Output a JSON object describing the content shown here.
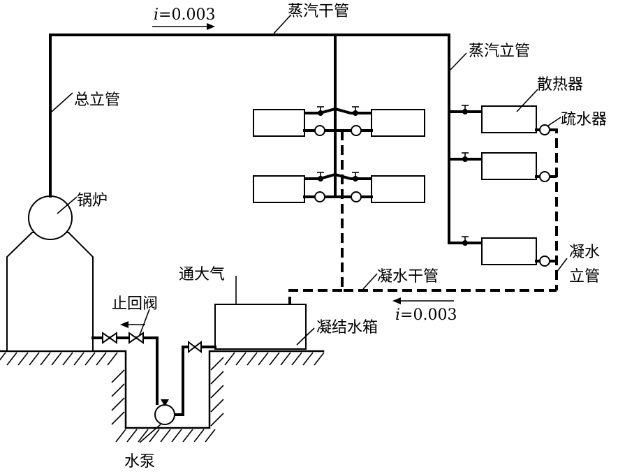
{
  "labels": {
    "steam_main": "蒸汽干管",
    "main_riser": "总立管",
    "steam_riser": "蒸汽立管",
    "radiator": "散热器",
    "steam_trap": "疏水器",
    "boiler": "锅炉",
    "condensate_riser_line1": "凝水",
    "condensate_riser_line2": "立管",
    "condensate_main": "凝水干管",
    "vent": "通大气",
    "check_valve": "止回阀",
    "condensate_tank": "凝结水箱",
    "pump": "水泵"
  },
  "slopes": {
    "steam_main": {
      "symbol": "i",
      "value": "=0.003"
    },
    "condensate_main": {
      "symbol": "i",
      "value": "=0.003"
    }
  }
}
